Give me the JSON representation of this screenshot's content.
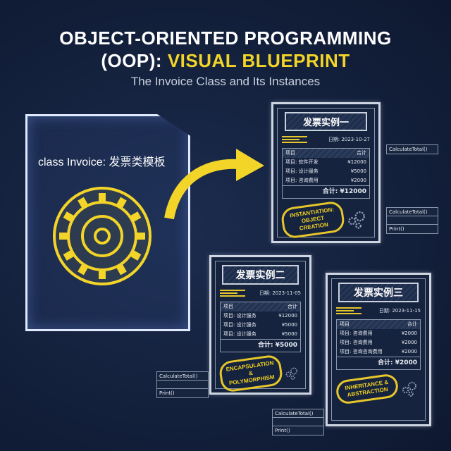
{
  "title": {
    "line1": "OBJECT-ORIENTED PROGRAMMING",
    "line2_prefix": "(OOP): ",
    "line2_highlight": "VISUAL BLUEPRINT"
  },
  "subtitle": "The Invoice Class and Its Instances",
  "class_label": "class Invoice: 发票类模板",
  "colors": {
    "background": "#13203b",
    "accent": "#f3d428",
    "line": "#cfd6e2"
  },
  "instances": [
    {
      "title": "发票实例一",
      "date": "日期: 2023-10-27",
      "col_item": "项目",
      "col_total": "合计",
      "rows": [
        [
          "项目: 软件开发",
          "¥12000"
        ],
        [
          "项目: 设计服务",
          "¥5000"
        ],
        [
          "项目: 咨询费用",
          "¥2000"
        ]
      ],
      "total": "合计: ¥12000",
      "stamp": "INSTANTIATION: OBJECT CREATION"
    },
    {
      "title": "发票实例二",
      "date": "日期: 2023-11-05",
      "col_item": "项目",
      "col_total": "合计",
      "rows": [
        [
          "项目: 设计服务",
          "¥12000"
        ],
        [
          "项目: 设计服务",
          "¥5000"
        ],
        [
          "项目: 设计服务",
          "¥5000"
        ]
      ],
      "total": "合计: ¥5000",
      "stamp": "ENCAPSULATION & POLYMORPHISM"
    },
    {
      "title": "发票实例三",
      "date": "日期: 2023-11-15",
      "col_item": "项目",
      "col_total": "合计",
      "rows": [
        [
          "项目: 咨询费用",
          "¥2000"
        ],
        [
          "项目: 咨询费用",
          "¥2000"
        ],
        [
          "项目: 咨询咨询费用",
          "¥2000"
        ]
      ],
      "total": "合计: ¥2000",
      "stamp": "INHERITANCE & ABSTRACTION"
    }
  ],
  "methods": {
    "calculate": "CalculateTotal()",
    "print": "Print()"
  }
}
